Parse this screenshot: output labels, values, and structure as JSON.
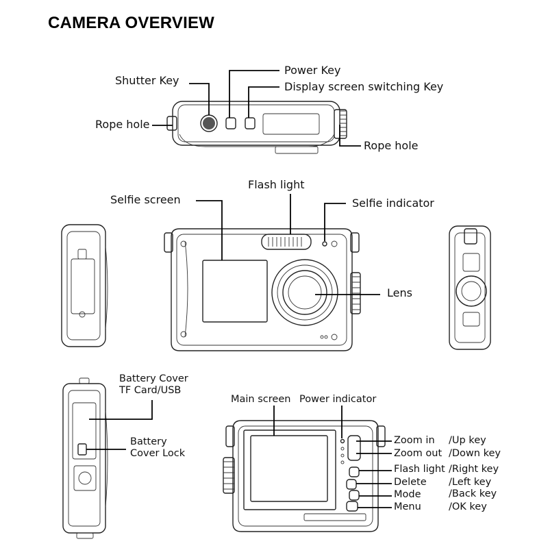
{
  "title": "CAMERA OVERVIEW",
  "top_view": {
    "shutter_key": "Shutter Key",
    "power_key": "Power Key",
    "display_key": "Display screen switching Key",
    "rope_hole_left": "Rope hole",
    "rope_hole_right": "Rope hole"
  },
  "front_view": {
    "selfie_screen": "Selfie screen",
    "flash_light": "Flash light",
    "selfie_indicator": "Selfie indicator",
    "lens": "Lens"
  },
  "side_view": {
    "battery_cover": "Battery Cover",
    "tf_card_usb": "TF Card/USB",
    "battery_cover_lock_line1": "Battery",
    "battery_cover_lock_line2": "Cover Lock"
  },
  "back_view": {
    "main_screen": "Main screen",
    "power_indicator": "Power indicator",
    "buttons": [
      {
        "name": "Zoom in",
        "alt": "/Up key"
      },
      {
        "name": "Zoom out",
        "alt": "/Down key"
      },
      {
        "name": "Flash light",
        "alt": "/Right key"
      },
      {
        "name": "Delete",
        "alt": "/Left key"
      },
      {
        "name": "Mode",
        "alt": "/Back key"
      },
      {
        "name": "Menu",
        "alt": "/OK key"
      }
    ]
  }
}
